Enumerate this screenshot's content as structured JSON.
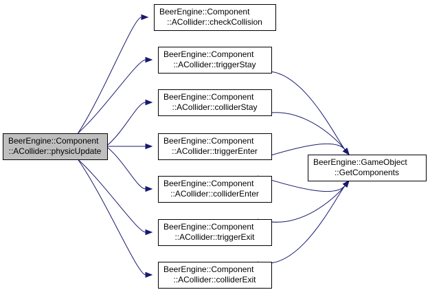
{
  "colors": {
    "edge": "#191970",
    "node_fill": "#ffffff",
    "node_focus_fill": "#bfbfbf",
    "node_border": "#000000"
  },
  "nodes": [
    {
      "id": "physicUpdate",
      "line1": "BeerEngine::Component",
      "line2": "::ACollider::physicUpdate",
      "focus": true
    },
    {
      "id": "checkCollision",
      "line1": "BeerEngine::Component",
      "line2": "::ACollider::checkCollision",
      "focus": false
    },
    {
      "id": "triggerStay",
      "line1": "BeerEngine::Component",
      "line2": "::ACollider::triggerStay",
      "focus": false
    },
    {
      "id": "colliderStay",
      "line1": "BeerEngine::Component",
      "line2": "::ACollider::colliderStay",
      "focus": false
    },
    {
      "id": "triggerEnter",
      "line1": "BeerEngine::Component",
      "line2": "::ACollider::triggerEnter",
      "focus": false
    },
    {
      "id": "colliderEnter",
      "line1": "BeerEngine::Component",
      "line2": "::ACollider::colliderEnter",
      "focus": false
    },
    {
      "id": "triggerExit",
      "line1": "BeerEngine::Component",
      "line2": "::ACollider::triggerExit",
      "focus": false
    },
    {
      "id": "colliderExit",
      "line1": "BeerEngine::Component",
      "line2": "::ACollider::colliderExit",
      "focus": false
    },
    {
      "id": "getComponents",
      "line1": "BeerEngine::GameObject",
      "line2": "::GetComponents",
      "focus": false
    }
  ],
  "edges": [
    {
      "from": "physicUpdate",
      "to": "checkCollision"
    },
    {
      "from": "physicUpdate",
      "to": "triggerStay"
    },
    {
      "from": "physicUpdate",
      "to": "colliderStay"
    },
    {
      "from": "physicUpdate",
      "to": "triggerEnter"
    },
    {
      "from": "physicUpdate",
      "to": "colliderEnter"
    },
    {
      "from": "physicUpdate",
      "to": "triggerExit"
    },
    {
      "from": "physicUpdate",
      "to": "colliderExit"
    },
    {
      "from": "triggerStay",
      "to": "getComponents"
    },
    {
      "from": "colliderStay",
      "to": "getComponents"
    },
    {
      "from": "triggerEnter",
      "to": "getComponents"
    },
    {
      "from": "colliderEnter",
      "to": "getComponents"
    },
    {
      "from": "triggerExit",
      "to": "getComponents"
    },
    {
      "from": "colliderExit",
      "to": "getComponents"
    }
  ]
}
